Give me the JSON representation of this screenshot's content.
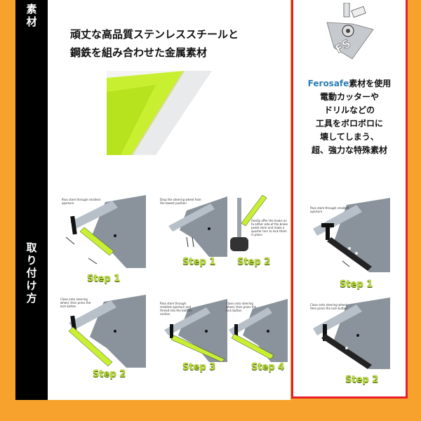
{
  "sidebar": {
    "top_label": [
      "素",
      "材"
    ],
    "bottom_label": [
      "取",
      "り",
      "付",
      "け",
      "方"
    ]
  },
  "main": {
    "headline_line1": "頑丈な高品質ステンレススチールと",
    "headline_line2": "鋼鉄を組み合わせた金属素材",
    "steps": {
      "s1_caption": "Pass stem through smallest aperture",
      "s1_label": "Step 1",
      "s1b_caption": "Drop the steering wheel from the lowest position",
      "s1b_label": "Step 1",
      "s2b_caption": "Gently offer the hooks on to either side of the brake pedal stem and make a quarter turn to lock them in place",
      "s2b_label": "Step 2",
      "s2_caption": "Close onto steering wheel, then press the lock button",
      "s2_label": "Step 2",
      "s3_caption": "Pass stem through smallest aperture and thread into the bottom section",
      "s3_label": "Step 3",
      "s4_caption": "Close onto steering wheel, then press the lock button",
      "s4_label": "Step 4"
    }
  },
  "panel": {
    "logo_text": "FS",
    "brand": "Ferosafe",
    "desc_line1_rest": "素材を使用",
    "desc_line2": "電動カッターや",
    "desc_line3": "ドリルなどの",
    "desc_line4": "工具をボロボロに",
    "desc_line5": "壊してしまう、",
    "desc_line6": "超、強力な特殊素材",
    "step1_caption": "Pass stem through smallest aperture",
    "step1_label": "Step 1",
    "step2_caption": "Close onto steering wheel, then press the lock button",
    "step2_label": "Step 2"
  },
  "colors": {
    "background": "#f7a22c",
    "sidebar": "#000000",
    "accent_red": "#e5202a",
    "lime": "#c8f031",
    "steel_gray": "#8a939b",
    "brand_blue": "#2a7fb5"
  }
}
